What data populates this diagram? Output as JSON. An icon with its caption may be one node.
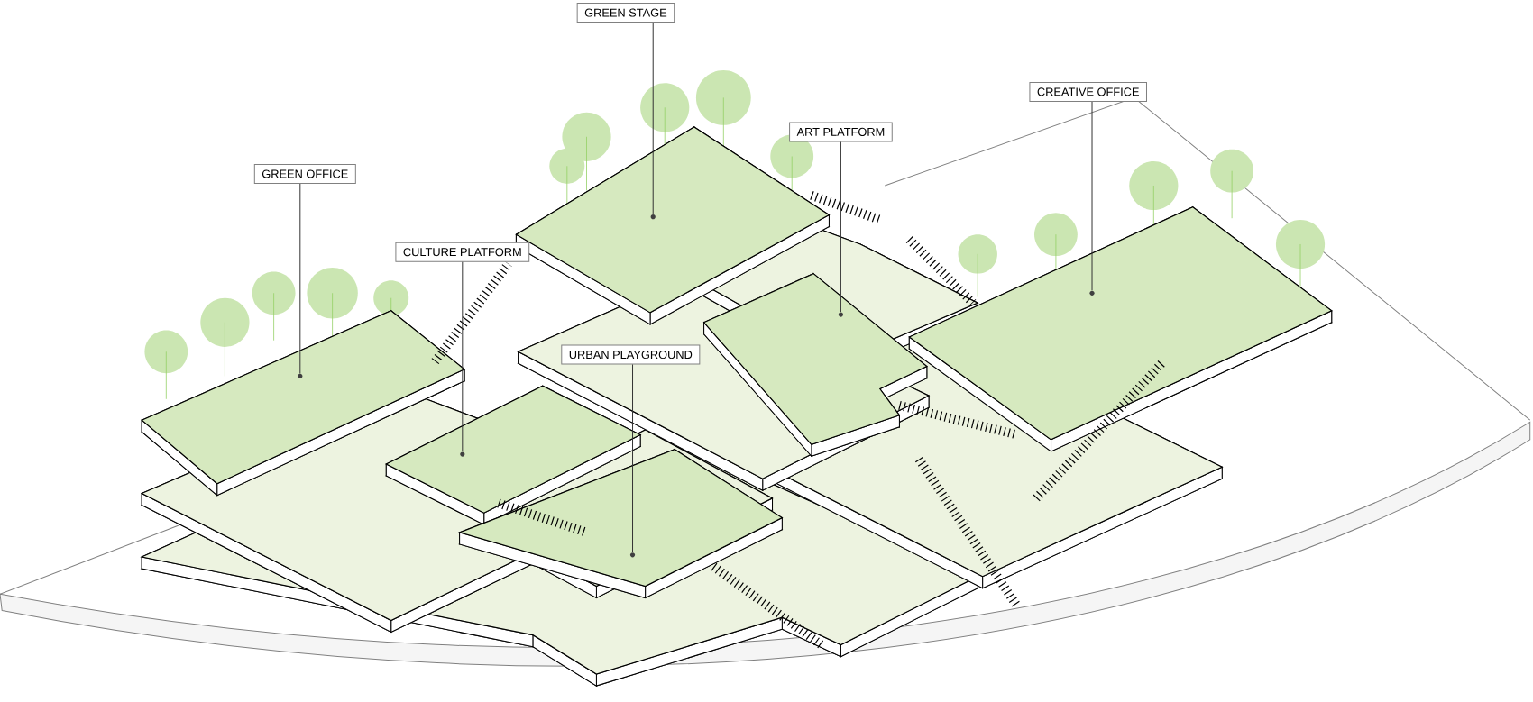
{
  "diagram": {
    "nodes": [
      {
        "text": [
          "GREEN STAGE"
        ]
      },
      {
        "text": [
          "CREATIVE OFFICE"
        ]
      },
      {
        "text": [
          "ART PLATFORM"
        ]
      },
      {
        "text": [
          "GREEN OFFICE"
        ]
      },
      {
        "text": [
          "CULTURE PLATFORM"
        ]
      },
      {
        "text": [
          "URBAN PLAYGROUND"
        ]
      },
      {
        "text": [],
        "shape": "circle"
      },
      {
        "text": [],
        "shape": "circle"
      },
      {
        "text": [],
        "shape": "circle"
      },
      {
        "text": [],
        "shape": "circle"
      },
      {
        "text": [],
        "shape": "circle"
      },
      {
        "text": [],
        "shape": "circle"
      }
    ],
    "edges": [
      {
        "from": 0,
        "to": 6,
        "arrow": "none"
      },
      {
        "from": 1,
        "to": 7,
        "arrow": "none"
      },
      {
        "from": 2,
        "to": 8,
        "arrow": "none"
      },
      {
        "from": 3,
        "to": 9,
        "arrow": "none"
      },
      {
        "from": 4,
        "to": 10,
        "arrow": "none"
      },
      {
        "from": 5,
        "to": 11,
        "arrow": "none"
      }
    ]
  }
}
